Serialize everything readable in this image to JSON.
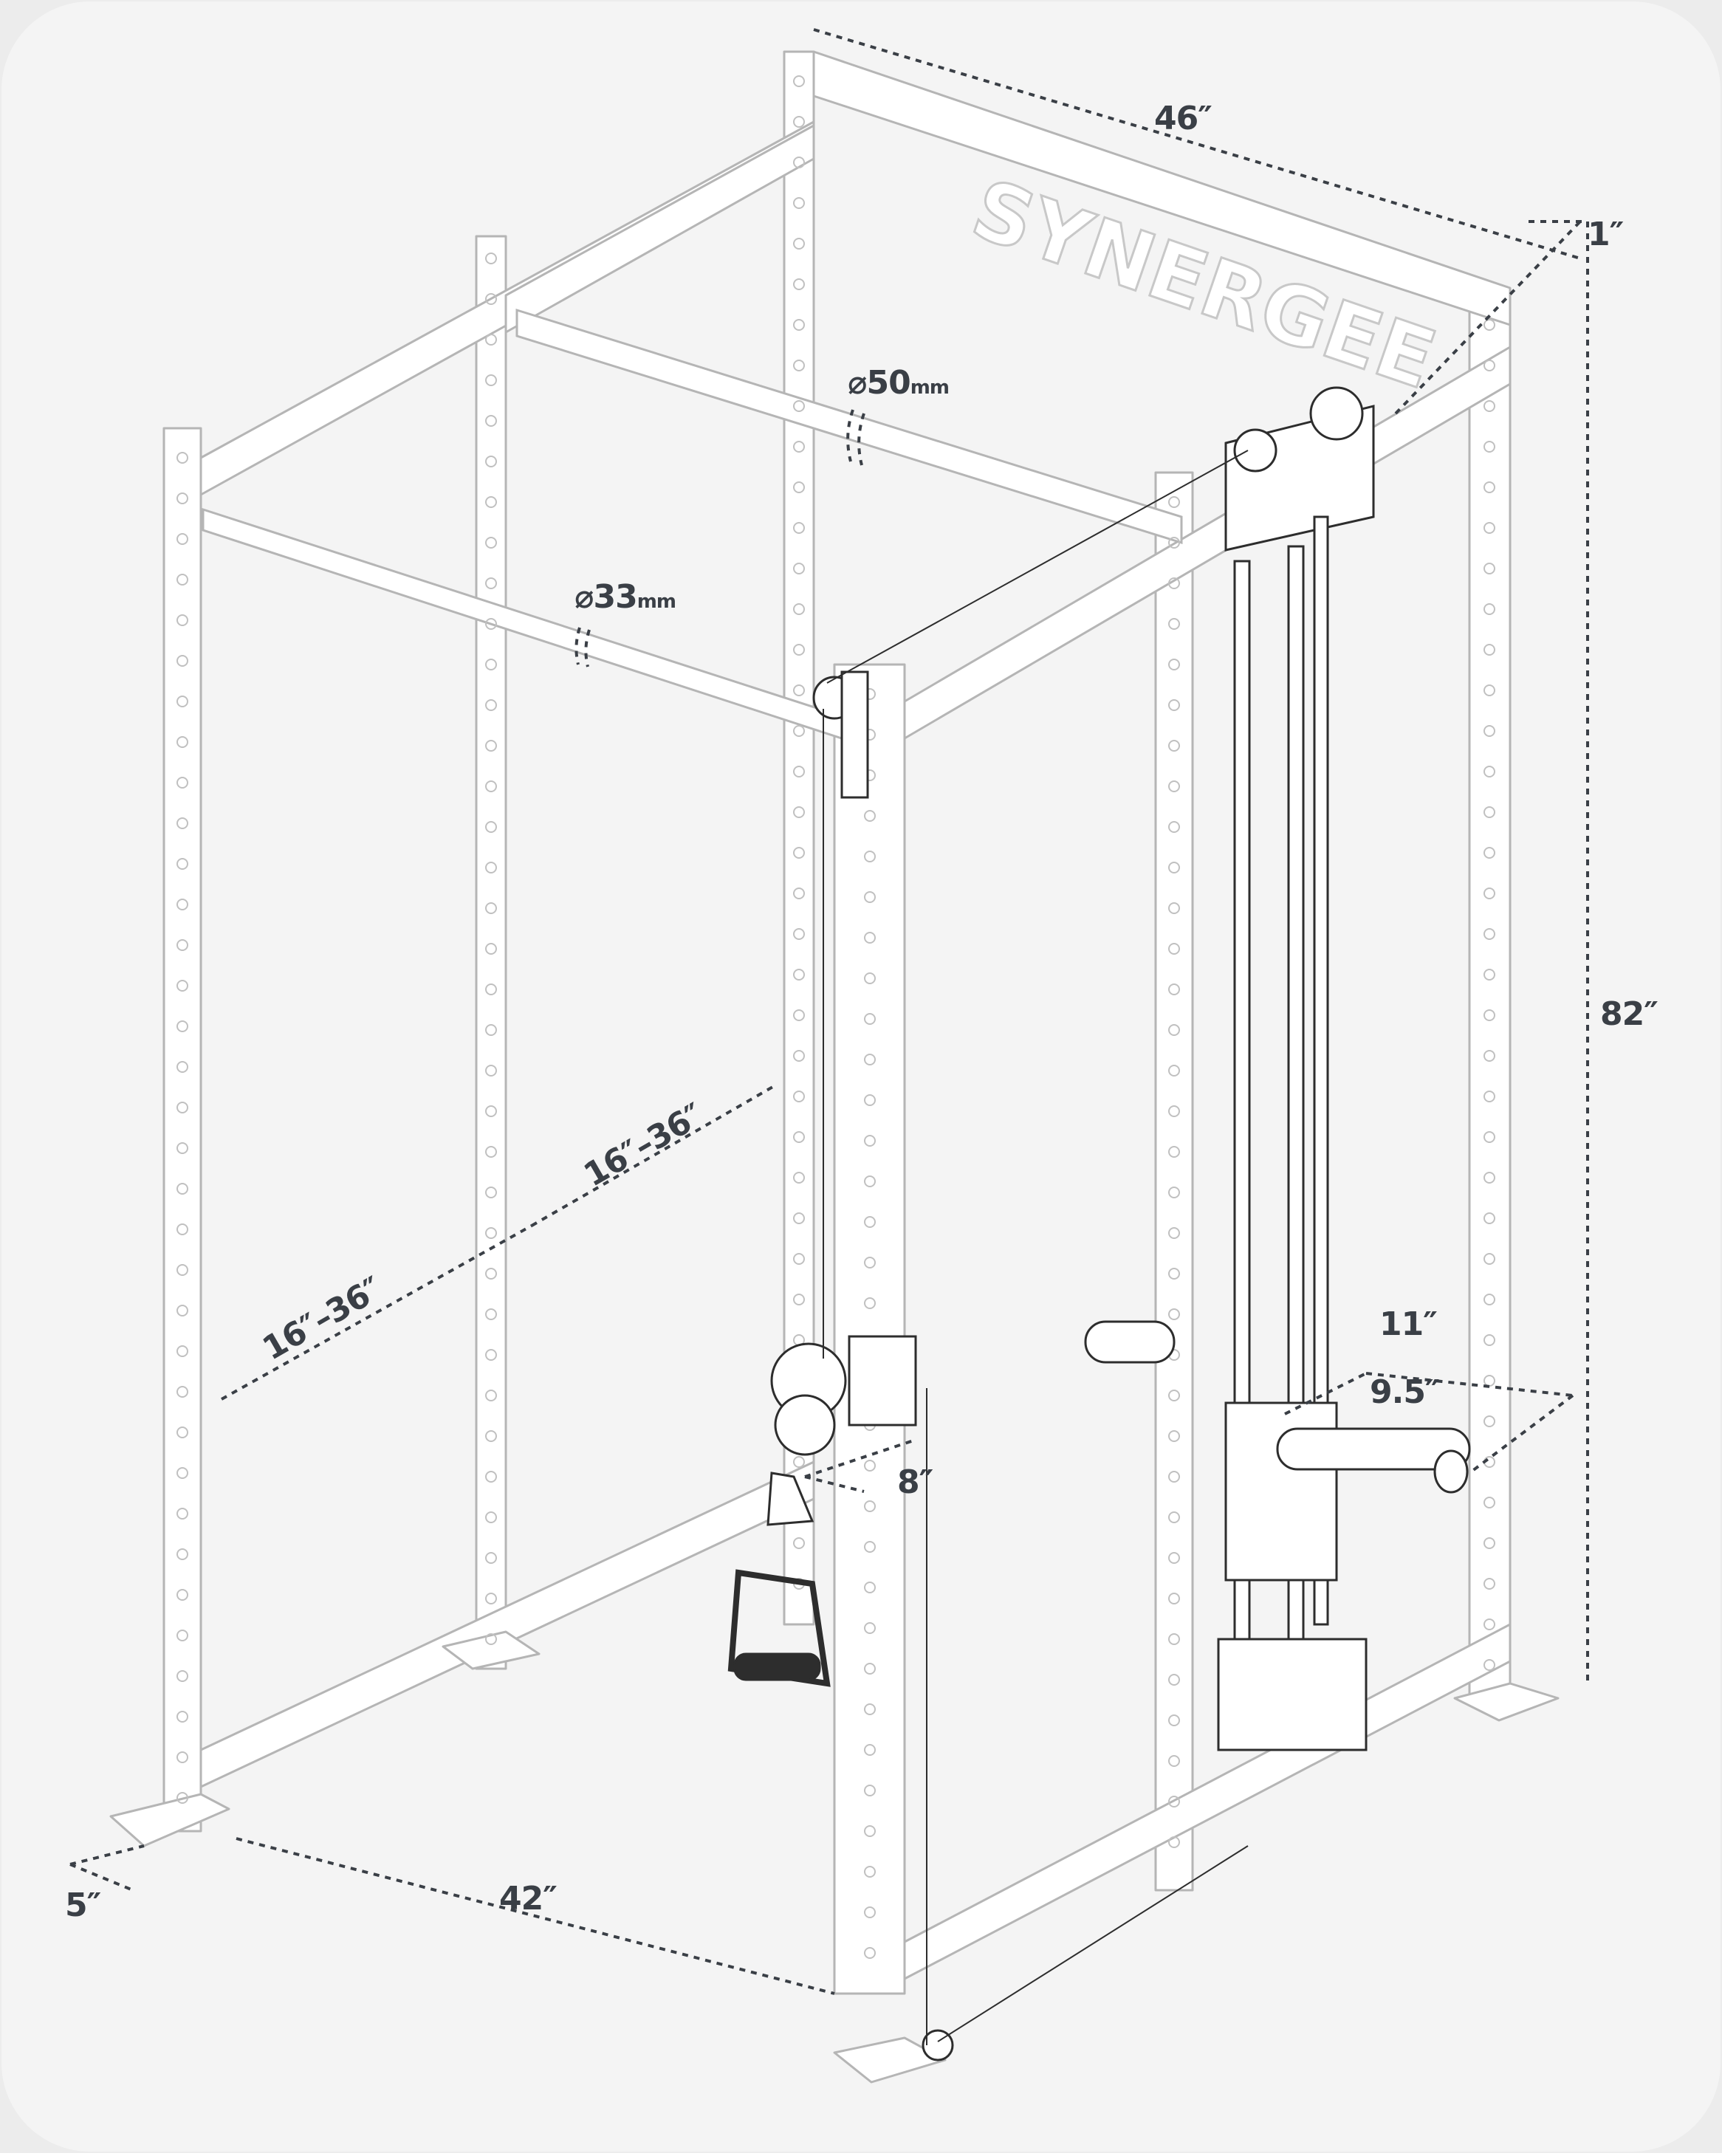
{
  "brand": "SYNERGEE",
  "dimensions": {
    "width_top": "46″",
    "top_offset": "1″",
    "height": "82″",
    "pullup_diameter_value": "50",
    "pullup_diameter_unit": "mm",
    "front_bar_diameter_value": "33",
    "front_bar_diameter_unit": "mm",
    "spacing_rear": "16″–36″",
    "spacing_side": "16″–36″",
    "storage_length": "11″",
    "storage_depth": "9.5″",
    "pulley_offset": "8″",
    "foot_plate": "5″",
    "depth_bottom": "42″"
  },
  "colors": {
    "background": "#f3f3f3",
    "card": "#ffffff",
    "frame_outline": "#b9b9b9",
    "hardware": "#2d2d2d",
    "dimension_text": "#3a3f46",
    "dashed_line": "#3a3f46"
  }
}
